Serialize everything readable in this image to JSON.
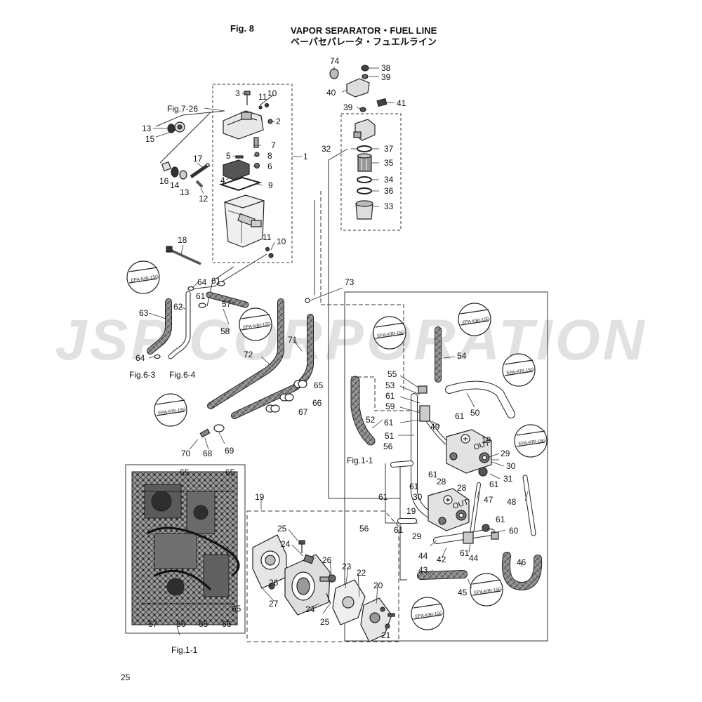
{
  "header": {
    "fig_no": "Fig. 8",
    "title_en": "VAPOR SEPARATOR・FUEL LINE",
    "title_jp": "ベーパセパレータ・フュエルライン"
  },
  "watermark": "JSP CORPORATION",
  "stamp_text": "EPA-KRI-15G",
  "refs": {
    "fig7_26": "Fig.7-26",
    "fig6_3": "Fig.6-3",
    "fig6_4": "Fig.6-4",
    "fig1_1_mid": "Fig.1-1",
    "fig1_1_bottom": "Fig.1-1"
  },
  "page_number": "25",
  "part_numbers": {
    "n1": "1",
    "n2": "2",
    "n3": "3",
    "n4": "4",
    "n5": "5",
    "n6": "6",
    "n7": "7",
    "n8": "8",
    "n9": "9",
    "n10": "10",
    "n11": "11",
    "n12": "12",
    "n13": "13",
    "n14": "14",
    "n15": "15",
    "n16": "16",
    "n17": "17",
    "n18": "18",
    "n19": "19",
    "n20": "20",
    "n21": "21",
    "n22": "22",
    "n23": "23",
    "n24": "24",
    "n25": "25",
    "n26": "26",
    "n27": "27",
    "n28": "28",
    "n29": "29",
    "n30": "30",
    "n31": "31",
    "n32": "32",
    "n33": "33",
    "n34": "34",
    "n35": "35",
    "n36": "36",
    "n37": "37",
    "n38": "38",
    "n39": "39",
    "n40": "40",
    "n41": "41",
    "n42": "42",
    "n43": "43",
    "n44": "44",
    "n45": "45",
    "n46": "46",
    "n47": "47",
    "n48": "48",
    "n49": "49",
    "n50": "50",
    "n51": "51",
    "n52": "52",
    "n53": "53",
    "n54": "54",
    "n55": "55",
    "n56": "56",
    "n57": "57",
    "n58": "58",
    "n59": "59",
    "n60": "60",
    "n61": "61",
    "n62": "62",
    "n63": "63",
    "n64": "64",
    "n65": "65",
    "n66": "66",
    "n67": "67",
    "n68": "68",
    "n69": "69",
    "n70": "70",
    "n71": "71",
    "n72": "72",
    "n73": "73",
    "n74": "74"
  },
  "pump_marking": "OUT",
  "colors": {
    "line": "#222222",
    "watermark": "#c8c8c8",
    "hose": "#555555"
  }
}
